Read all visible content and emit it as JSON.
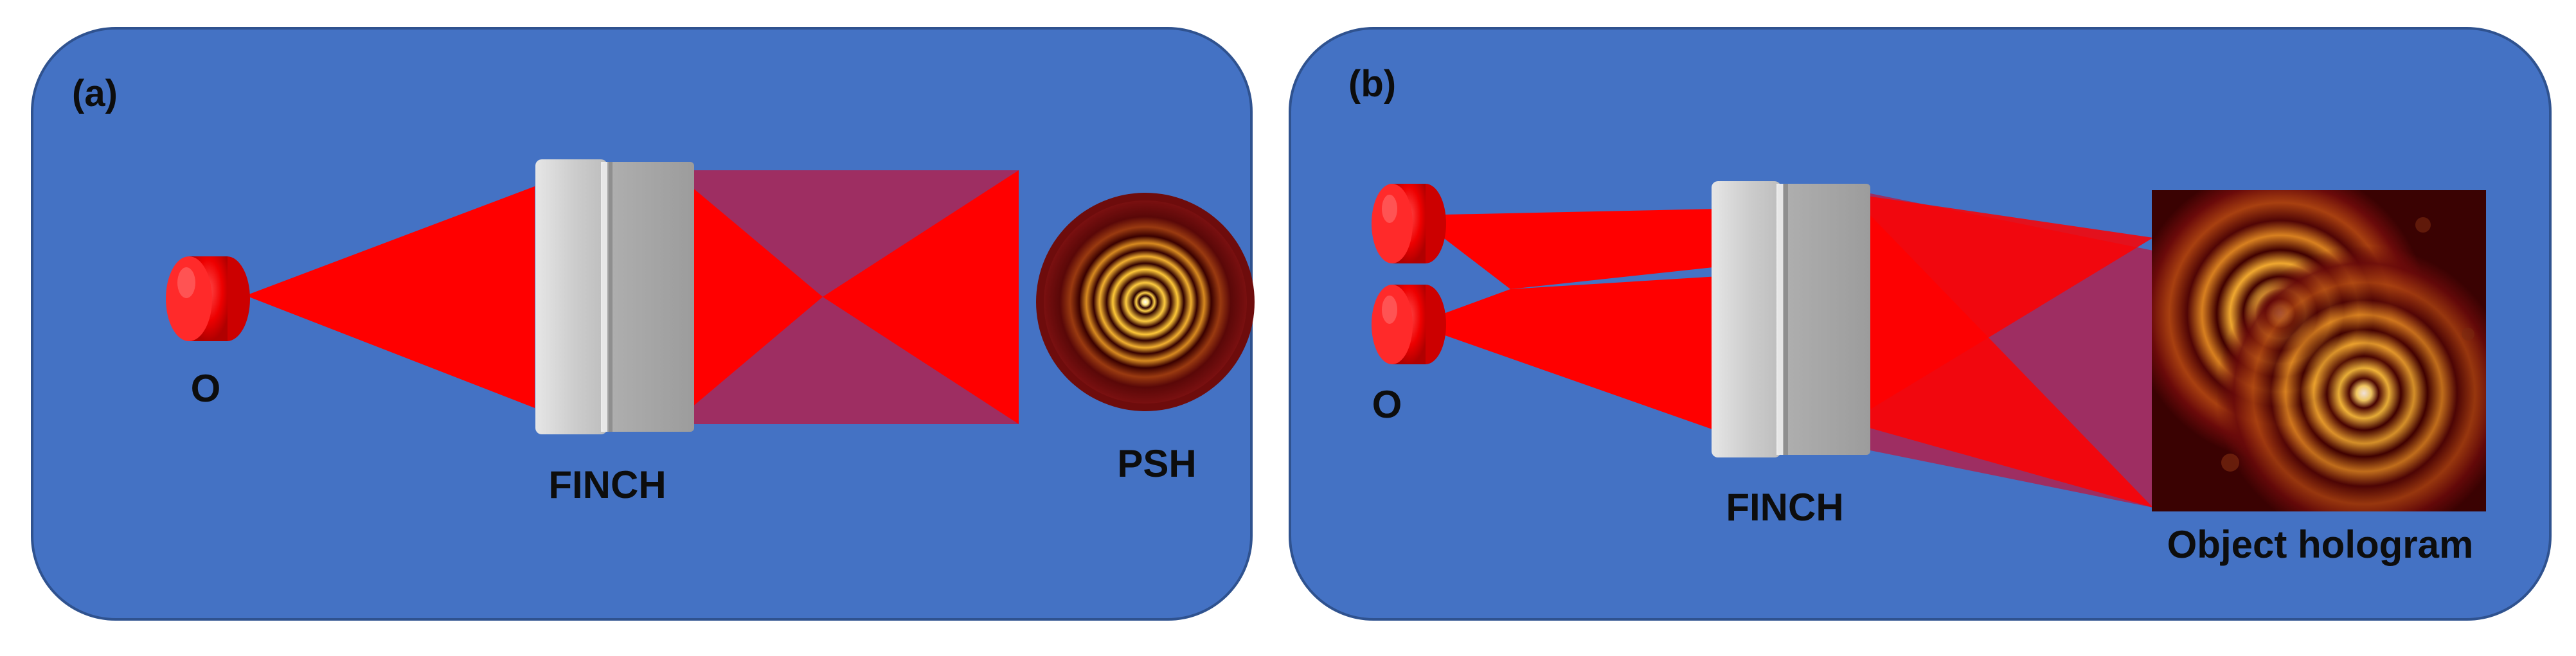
{
  "panels": {
    "a": {
      "letter": "(a)",
      "object_label": "O",
      "device_label": "FINCH",
      "output_label": "PSH"
    },
    "b": {
      "letter": "(b)",
      "object_label": "O",
      "device_label": "FINCH",
      "output_label": "Object hologram"
    }
  },
  "colors": {
    "panel_fill": "#4472c4",
    "panel_stroke": "#2f4f8f",
    "beam": "#ff0000",
    "beam_translucent": "#c0143c",
    "lens_light": "#c8c8c8",
    "lens_dark": "#a6a6a6",
    "hologram_dark": "#1a0000",
    "hologram_ring": "#ffd24a"
  }
}
